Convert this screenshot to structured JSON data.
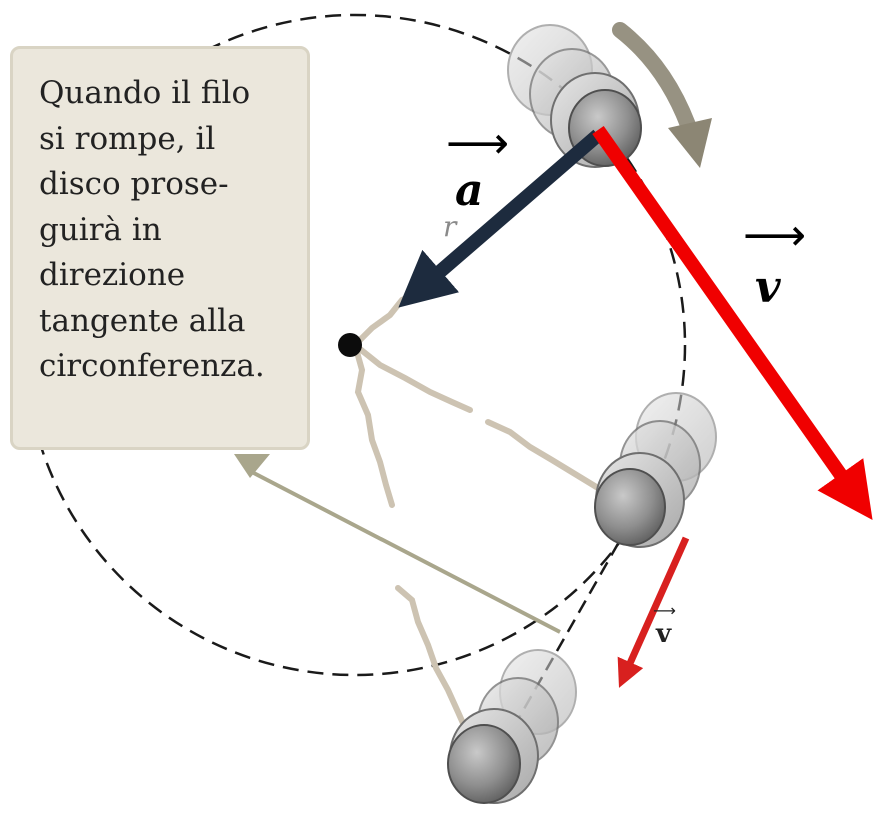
{
  "callout": {
    "text": "Quando il filo\nsi rompe, il\ndisco prose-\nguirà  in\ndirezione\ntangente alla\ncirconferenza."
  },
  "labels": {
    "acceleration_letter": "a",
    "velocity_letter": "v",
    "radius_letter": "r",
    "small_velocity_letter": "v",
    "vector_arrow_symbol": "⟶"
  },
  "colors": {
    "acceleration_vector": "#1d2b3e",
    "velocity_vector": "#f00000",
    "small_velocity_vector": "#d8201f",
    "callout_bg": "#ebe7dc",
    "string": "#cdc3b2",
    "disk": "#8f8f8f",
    "rotation_arrow": "#8c8674",
    "pointer_line": "#a9a68c"
  },
  "icons": {
    "pivot": "pivot-dot",
    "disk": "puck-disk",
    "rotation": "curved-rotation-arrow"
  }
}
